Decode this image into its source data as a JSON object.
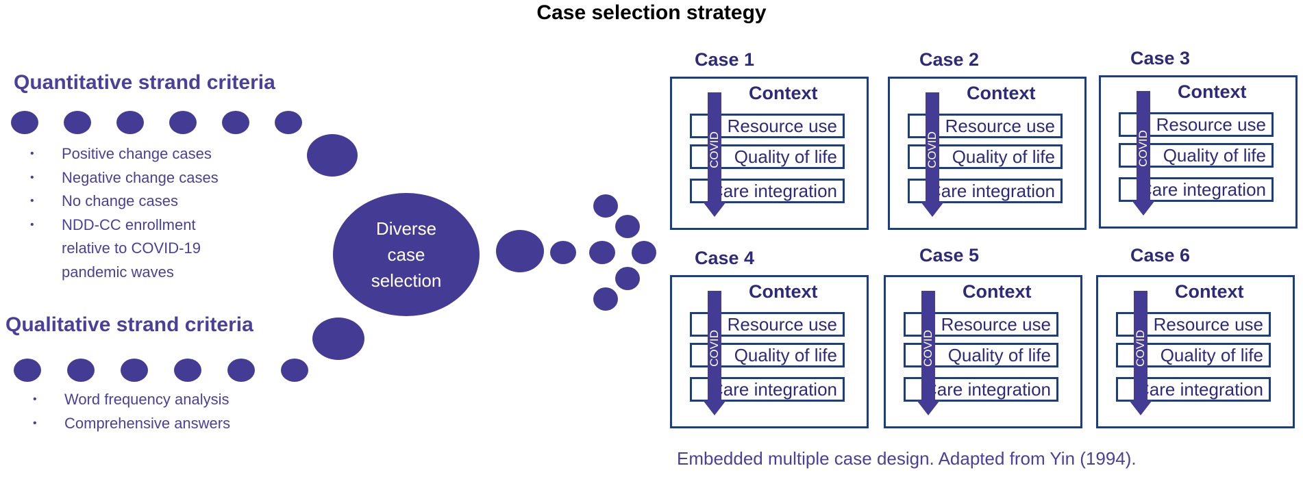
{
  "title": "Case selection strategy",
  "quantitative": {
    "title": "Quantitative strand criteria",
    "items": [
      "Positive change cases",
      "Negative change cases",
      "No change cases",
      "NDD-CC enrollment relative to COVID-19 pandemic waves"
    ]
  },
  "qualitative": {
    "title": "Qualitative strand criteria",
    "items": [
      "Word frequency analysis",
      "Comprehensive answers"
    ]
  },
  "center": {
    "lines": [
      "Diverse",
      "case",
      "selection"
    ]
  },
  "cases": [
    {
      "title": "Case 1",
      "context": "Context",
      "rows": [
        "Resource use",
        "Quality of life",
        "Care integration"
      ],
      "covid": "COVID"
    },
    {
      "title": "Case 2",
      "context": "Context",
      "rows": [
        "Resource use",
        "Quality of life",
        "Care integration"
      ],
      "covid": "COVID"
    },
    {
      "title": "Case 3",
      "context": "Context",
      "rows": [
        "Resource use",
        "Quality of life",
        "Care integration"
      ],
      "covid": "COVID"
    },
    {
      "title": "Case 4",
      "context": "Context",
      "rows": [
        "Resource use",
        "Quality of life",
        "Care integration"
      ],
      "covid": "COVID"
    },
    {
      "title": "Case 5",
      "context": "Context",
      "rows": [
        "Resource use",
        "Quality of life",
        "Care integration"
      ],
      "covid": "COVID"
    },
    {
      "title": "Case 6",
      "context": "Context",
      "rows": [
        "Resource use",
        "Quality of life",
        "Care integration"
      ],
      "covid": "COVID"
    }
  ],
  "caption": "Embedded multiple case design. Adapted from Yin (1994).",
  "colors": {
    "accent": "#443c94",
    "text": "#4a3f9c",
    "box_border": "#1a3e86"
  }
}
